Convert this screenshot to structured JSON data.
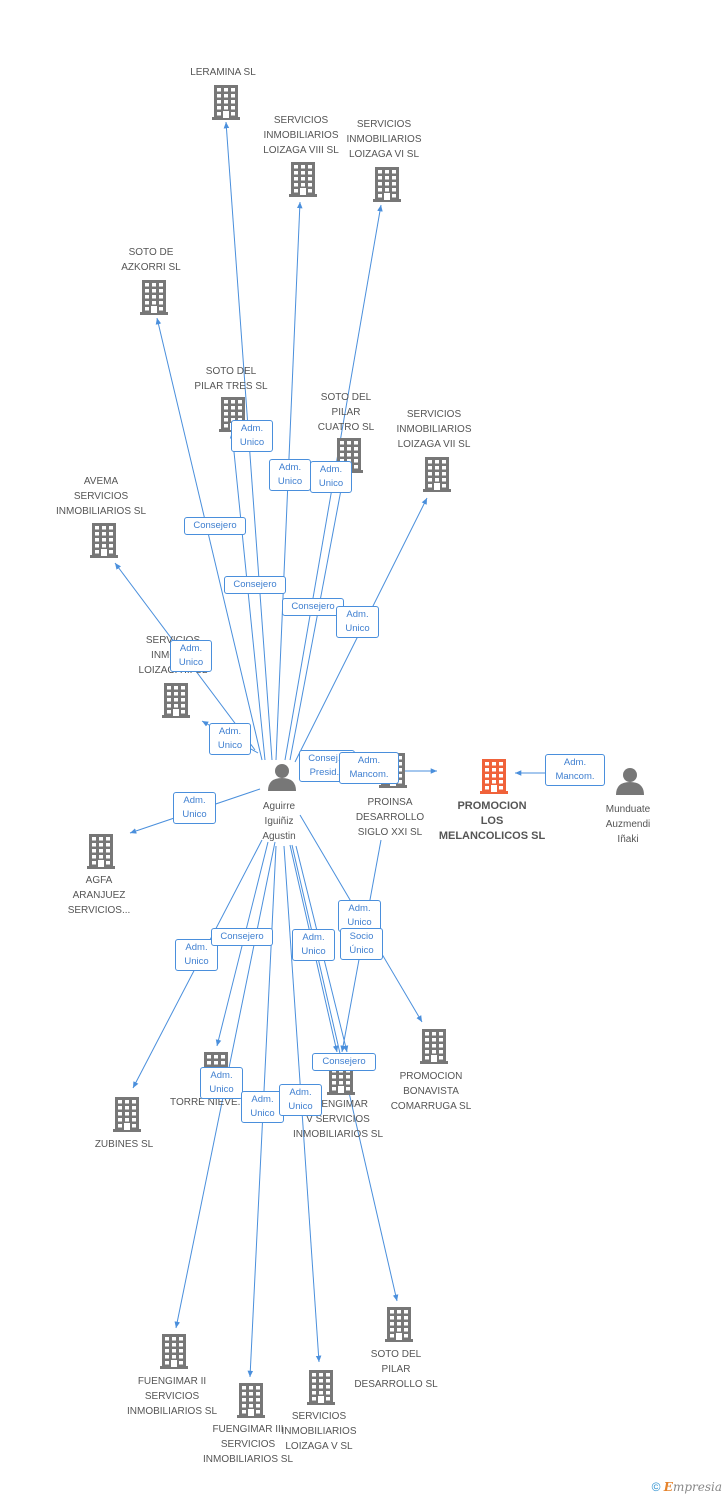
{
  "colors": {
    "edge": "#4a8fdc",
    "company": "#777777",
    "focus": "#f0623a",
    "person": "#777777",
    "label": "#555555"
  },
  "nodes": [
    {
      "id": "leramina",
      "kind": "company",
      "label": "LERAMINA SL"
    },
    {
      "id": "loizaga8",
      "kind": "company",
      "label": "SERVICIOS\nINMOBILIARIOS\nLOIZAGA VIII SL"
    },
    {
      "id": "loizaga6",
      "kind": "company",
      "label": "SERVICIOS\nINMOBILIARIOS\nLOIZAGA VI SL"
    },
    {
      "id": "azkorri",
      "kind": "company",
      "label": "SOTO DE\nAZKORRI SL"
    },
    {
      "id": "pilartres",
      "kind": "company",
      "label": "SOTO DEL\nPILAR TRES SL"
    },
    {
      "id": "pilarcuatro",
      "kind": "company",
      "label": "SOTO DEL\nPILAR\nCUATRO SL"
    },
    {
      "id": "loizaga7",
      "kind": "company",
      "label": "SERVICIOS\nINMOBILIARIOS\nLOIZAGA VII SL"
    },
    {
      "id": "avema",
      "kind": "company",
      "label": "AVEMA\nSERVICIOS\nINMOBILIARIOS SL"
    },
    {
      "id": "loizagaX",
      "kind": "company",
      "label": "SERVICIOS\nINMOBI...\nLOIZAGA ... SL"
    },
    {
      "id": "person",
      "kind": "person",
      "label": "Aguirre\nIguiñiz\nAgustin"
    },
    {
      "id": "proinsa",
      "kind": "company",
      "label": "PROINSA\nDESARROLLO\nSIGLO XXI SL"
    },
    {
      "id": "focus",
      "kind": "focus",
      "label": "PROMOCION\nLOS\nMELANCOLICOS SL"
    },
    {
      "id": "munduate",
      "kind": "person",
      "label": "Munduate\nAuzmendi\nIñaki"
    },
    {
      "id": "agfa",
      "kind": "company",
      "label": "AGFA\nARANJUEZ\nSERVICIOS..."
    },
    {
      "id": "bonavista",
      "kind": "company",
      "label": "PROMOCION\nBONAVISTA\nCOMARRUGA SL"
    },
    {
      "id": "zubines",
      "kind": "company",
      "label": "ZUBINES SL"
    },
    {
      "id": "torre",
      "kind": "company",
      "label": "TORRE NIEVE..."
    },
    {
      "id": "fuengimar",
      "kind": "company",
      "label": "FUENGIMAR\nV SERVICIOS\nINMOBILIARIOS SL"
    },
    {
      "id": "pilardes",
      "kind": "company",
      "label": "SOTO DEL\nPILAR\nDESARROLLO SL"
    },
    {
      "id": "fuengimar2",
      "kind": "company",
      "label": "FUENGIMAR II\nSERVICIOS\nINMOBILIARIOS SL"
    },
    {
      "id": "fuengimar3",
      "kind": "company",
      "label": "FUENGIMAR III\nSERVICIOS\nINMOBILIARIOS SL"
    },
    {
      "id": "loizaga5",
      "kind": "company",
      "label": "SERVICIOS\nINMOBILIARIOS\nLOIZAGA V SL"
    }
  ],
  "badges": [
    {
      "text": "Adm.\nUnico"
    },
    {
      "text": "Adm.\nUnico"
    },
    {
      "text": "Adm.\nUnico"
    },
    {
      "text": "Consejero"
    },
    {
      "text": "Consejero"
    },
    {
      "text": "Consejero"
    },
    {
      "text": "Adm.\nUnico"
    },
    {
      "text": "Adm.\nUnico"
    },
    {
      "text": "Adm.\nUnico"
    },
    {
      "text": "Consej...\nPresid..."
    },
    {
      "text": "Adm.\nMancom."
    },
    {
      "text": "Adm.\nMancom."
    },
    {
      "text": "Adm.\nUnico"
    },
    {
      "text": "Adm.\nUnico"
    },
    {
      "text": "Socio\nÚnico"
    },
    {
      "text": "Adm.\nUnico"
    },
    {
      "text": "Consejero"
    },
    {
      "text": "Adm.\nUnico"
    },
    {
      "text": "Consejero"
    },
    {
      "text": "Adm.\nUnico"
    },
    {
      "text": "Adm.\nUnico"
    },
    {
      "text": "Adm.\nUnico"
    }
  ],
  "footer": {
    "copyright": "©",
    "brand_initial": "E",
    "brand_rest": "mpresia"
  }
}
